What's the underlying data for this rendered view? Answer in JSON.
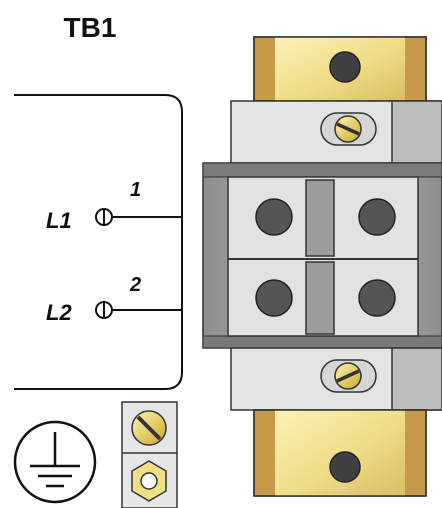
{
  "title": "TB1",
  "terminals": [
    {
      "label": "L1",
      "number": "1"
    },
    {
      "label": "L2",
      "number": "2"
    }
  ],
  "icons": {
    "ground": "protective-earth-ground-icon",
    "screw": "slotted-screw-icon",
    "nut": "hex-nut-icon"
  },
  "colors": {
    "brass_light": "#f4e79a",
    "brass_dark": "#c79a4a",
    "plastic_gray": "#a8a8a8",
    "plastic_light": "#e4e4e4",
    "socket_dark": "#555555",
    "line": "#111111"
  }
}
